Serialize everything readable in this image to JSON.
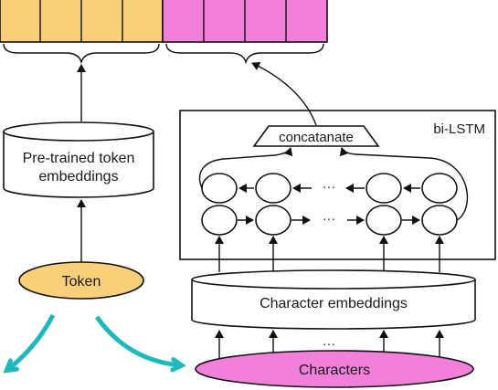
{
  "labels": {
    "token_embeddings": [
      "Pre-trained token",
      "embeddings"
    ],
    "bilstm": "bi-LSTM",
    "concatenate": "concatanate",
    "char_embeddings": "Character embeddings",
    "token": "Token",
    "characters": "Characters",
    "ellipsis": "···"
  },
  "colors": {
    "token_vector": "#F9CF7A",
    "char_vector": "#F27FD9",
    "token_oval": "#F9CF7A",
    "characters_oval": "#F27FD9",
    "teal_arrow": "#1FB8BC",
    "stroke": "#111111"
  },
  "vector": {
    "token_cells": 4,
    "char_cells": 4
  }
}
